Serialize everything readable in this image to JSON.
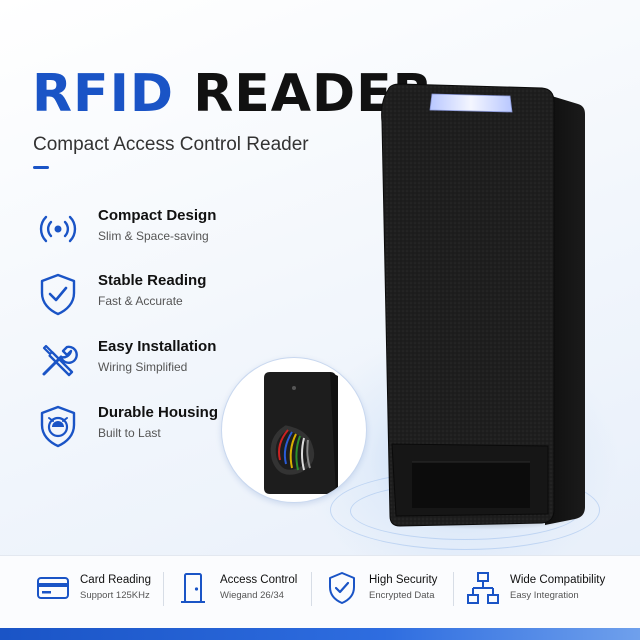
{
  "header": {
    "title_accent": "RFID",
    "title_main": "READER",
    "subtitle": "Compact Access Control Reader"
  },
  "colors": {
    "accent": "#1a54c6",
    "dark": "#111111",
    "reader": "#1c1c1c"
  },
  "features": [
    {
      "icon": "wireless-signal-icon",
      "title": "Compact Design",
      "subtitle": "Slim & Space-saving"
    },
    {
      "icon": "shield-check-icon",
      "title": "Stable Reading",
      "subtitle": "Fast & Accurate"
    },
    {
      "icon": "tools-icon",
      "title": "Easy Installation",
      "subtitle": "Wiring Simplified"
    },
    {
      "icon": "shield-lock-icon",
      "title": "Durable Housing",
      "subtitle": "Built to Last"
    }
  ],
  "bottom": [
    {
      "icon": "card-icon",
      "title": "Card Reading",
      "subtitle": "Support 125KHz"
    },
    {
      "icon": "door-icon",
      "title": "Access Control",
      "subtitle": "Wiegand 26/34"
    },
    {
      "icon": "shield-check-icon",
      "title": "High Security",
      "subtitle": "Encrypted Data"
    },
    {
      "icon": "network-icon",
      "title": "Wide Compatibility",
      "subtitle": "Easy Integration"
    }
  ]
}
